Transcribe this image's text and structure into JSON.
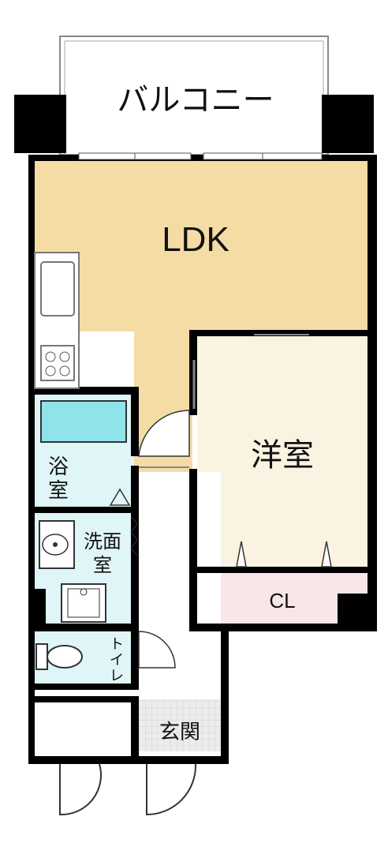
{
  "rooms": {
    "balcony": "バルコニー",
    "ldk": "LDK",
    "western_room": "洋室",
    "closet": "CL",
    "bathroom_line1": "浴",
    "bathroom_line2": "室",
    "washroom_line1": "洗面",
    "washroom_line2": "室",
    "toilet_line1": "ト",
    "toilet_line2": "イ",
    "toilet_line3": "レ",
    "entrance": "玄関"
  },
  "colors": {
    "ldk_floor": "#f5dca5",
    "western_floor": "#fbf3e1",
    "wet_area_floor": "#dff5f7",
    "closet_floor": "#f9e6e6",
    "bathtub": "#8fe3ea",
    "wall": "#000000",
    "entrance_floor": "#e8e8e8"
  }
}
